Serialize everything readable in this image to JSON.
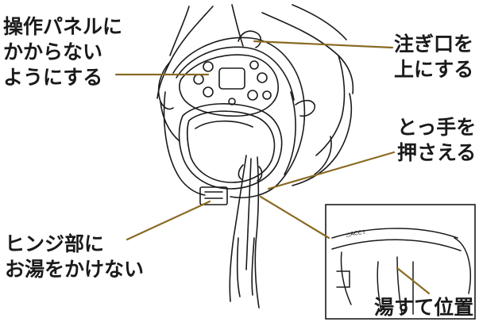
{
  "labels": {
    "panel": {
      "line1": "操作パネルに",
      "line2": "かからない",
      "line3": "ようにする"
    },
    "spout": {
      "line1": "注ぎ口を",
      "line2": "上にする"
    },
    "handle": {
      "line1": "とっ手を",
      "line2": "押さえる"
    },
    "hinge": {
      "line1": "ヒンジ部に",
      "line2": "お湯をかけない"
    },
    "drain": {
      "text": "湯すて位置"
    }
  },
  "inset_marking": {
    "text": "△ACC⇧"
  },
  "colors": {
    "leader": "#8a6a22",
    "outline": "#1a1a1a"
  }
}
